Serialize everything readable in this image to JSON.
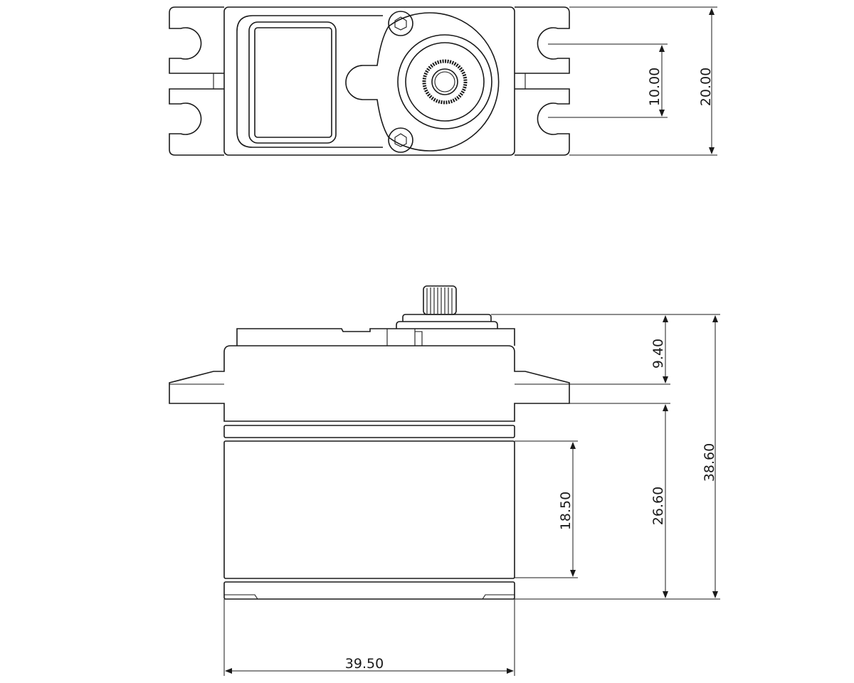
{
  "drawing": {
    "top_view": {
      "dimensions": {
        "width": "20.00",
        "hole_spacing": "10.00"
      }
    },
    "side_view": {
      "dimensions": {
        "above_flange": "9.40",
        "total_height": "38.60",
        "below_flange": "26.60",
        "case_middle": "18.50",
        "body_length": "39.50"
      }
    },
    "line_color": "#1a1a1a",
    "background": "#ffffff"
  }
}
